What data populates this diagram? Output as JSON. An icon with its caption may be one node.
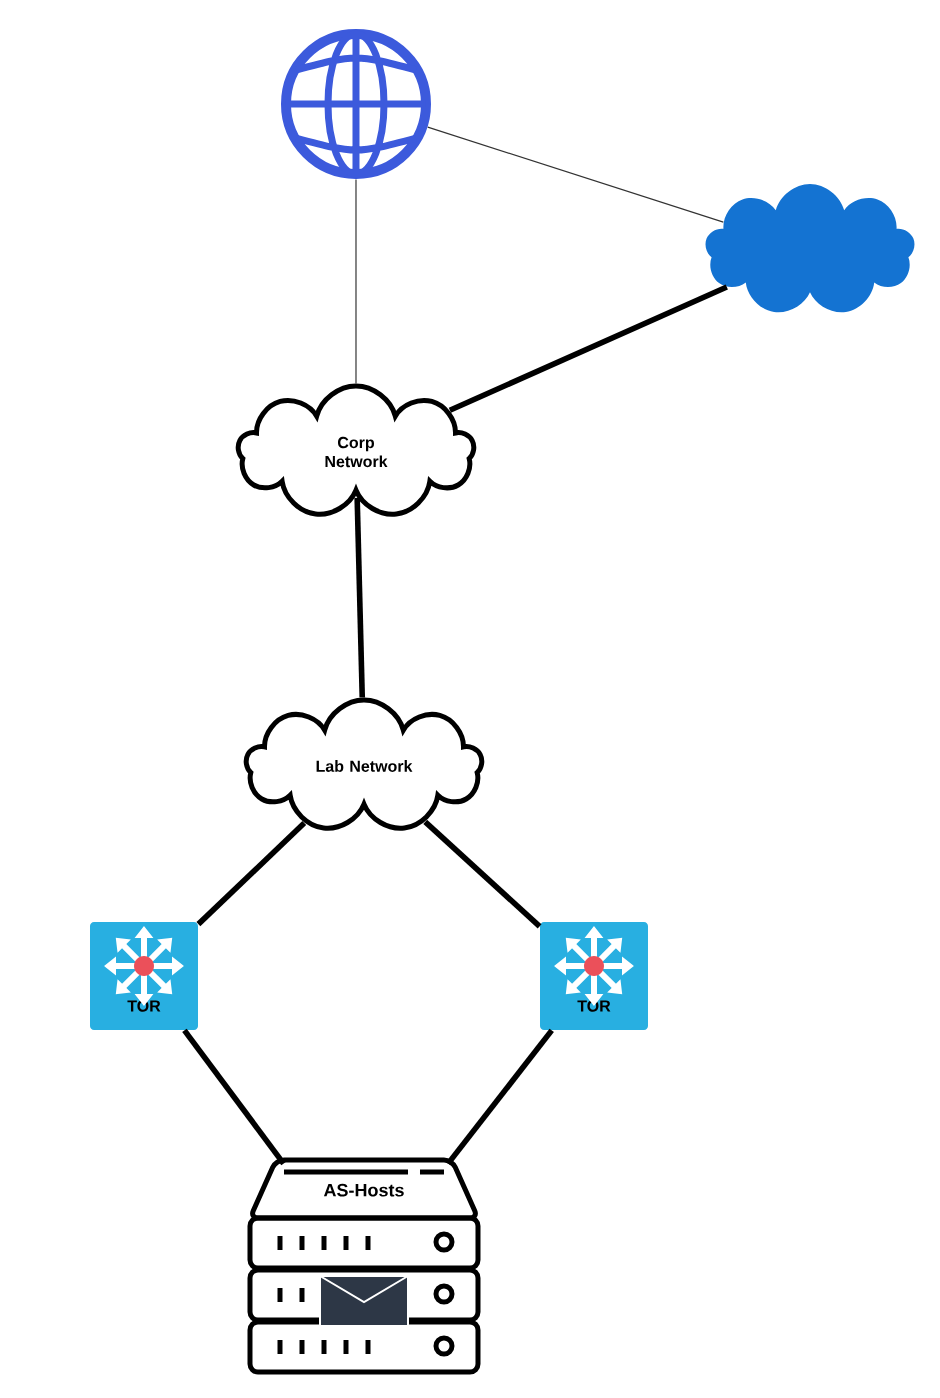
{
  "diagram": {
    "nodes": [
      {
        "text": [],
        "shape": "circle"
      },
      {
        "text": [],
        "shape": "cloud"
      },
      {
        "text": [
          "Corp Network"
        ]
      },
      {
        "text": [
          "Lab Network"
        ]
      },
      {
        "text": [
          "TOR"
        ]
      },
      {
        "text": [
          "TOR"
        ]
      },
      {
        "text": [
          "AS-Hosts"
        ]
      }
    ],
    "edges": [
      {
        "from": 0,
        "to": 1,
        "arrow": "none",
        "color": "#333333"
      },
      {
        "from": 0,
        "to": 2,
        "arrow": "none",
        "color": "#333333"
      },
      {
        "from": 2,
        "to": 1,
        "arrow": "none"
      },
      {
        "from": 2,
        "to": 3,
        "arrow": "none"
      },
      {
        "from": 3,
        "to": 4,
        "arrow": "none"
      },
      {
        "from": 3,
        "to": 5,
        "arrow": "none"
      },
      {
        "from": 4,
        "to": 6,
        "arrow": "none"
      },
      {
        "from": 5,
        "to": 6,
        "arrow": "none"
      }
    ]
  }
}
